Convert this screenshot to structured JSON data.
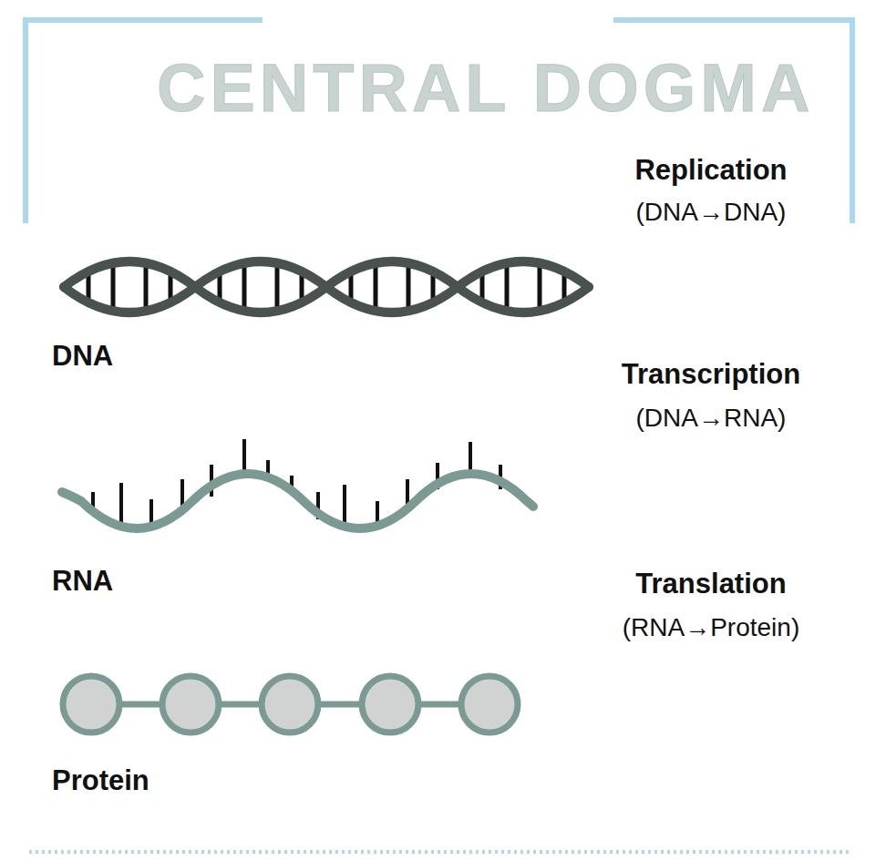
{
  "diagram": {
    "title": "CENTRAL DOGMA",
    "labels": [
      "Replication",
      "(DNA→DNA)",
      "DNA",
      "Transcription",
      "(DNA→RNA)",
      "RNA",
      "Translation",
      "(RNA→Protein)",
      "Protein"
    ]
  }
}
